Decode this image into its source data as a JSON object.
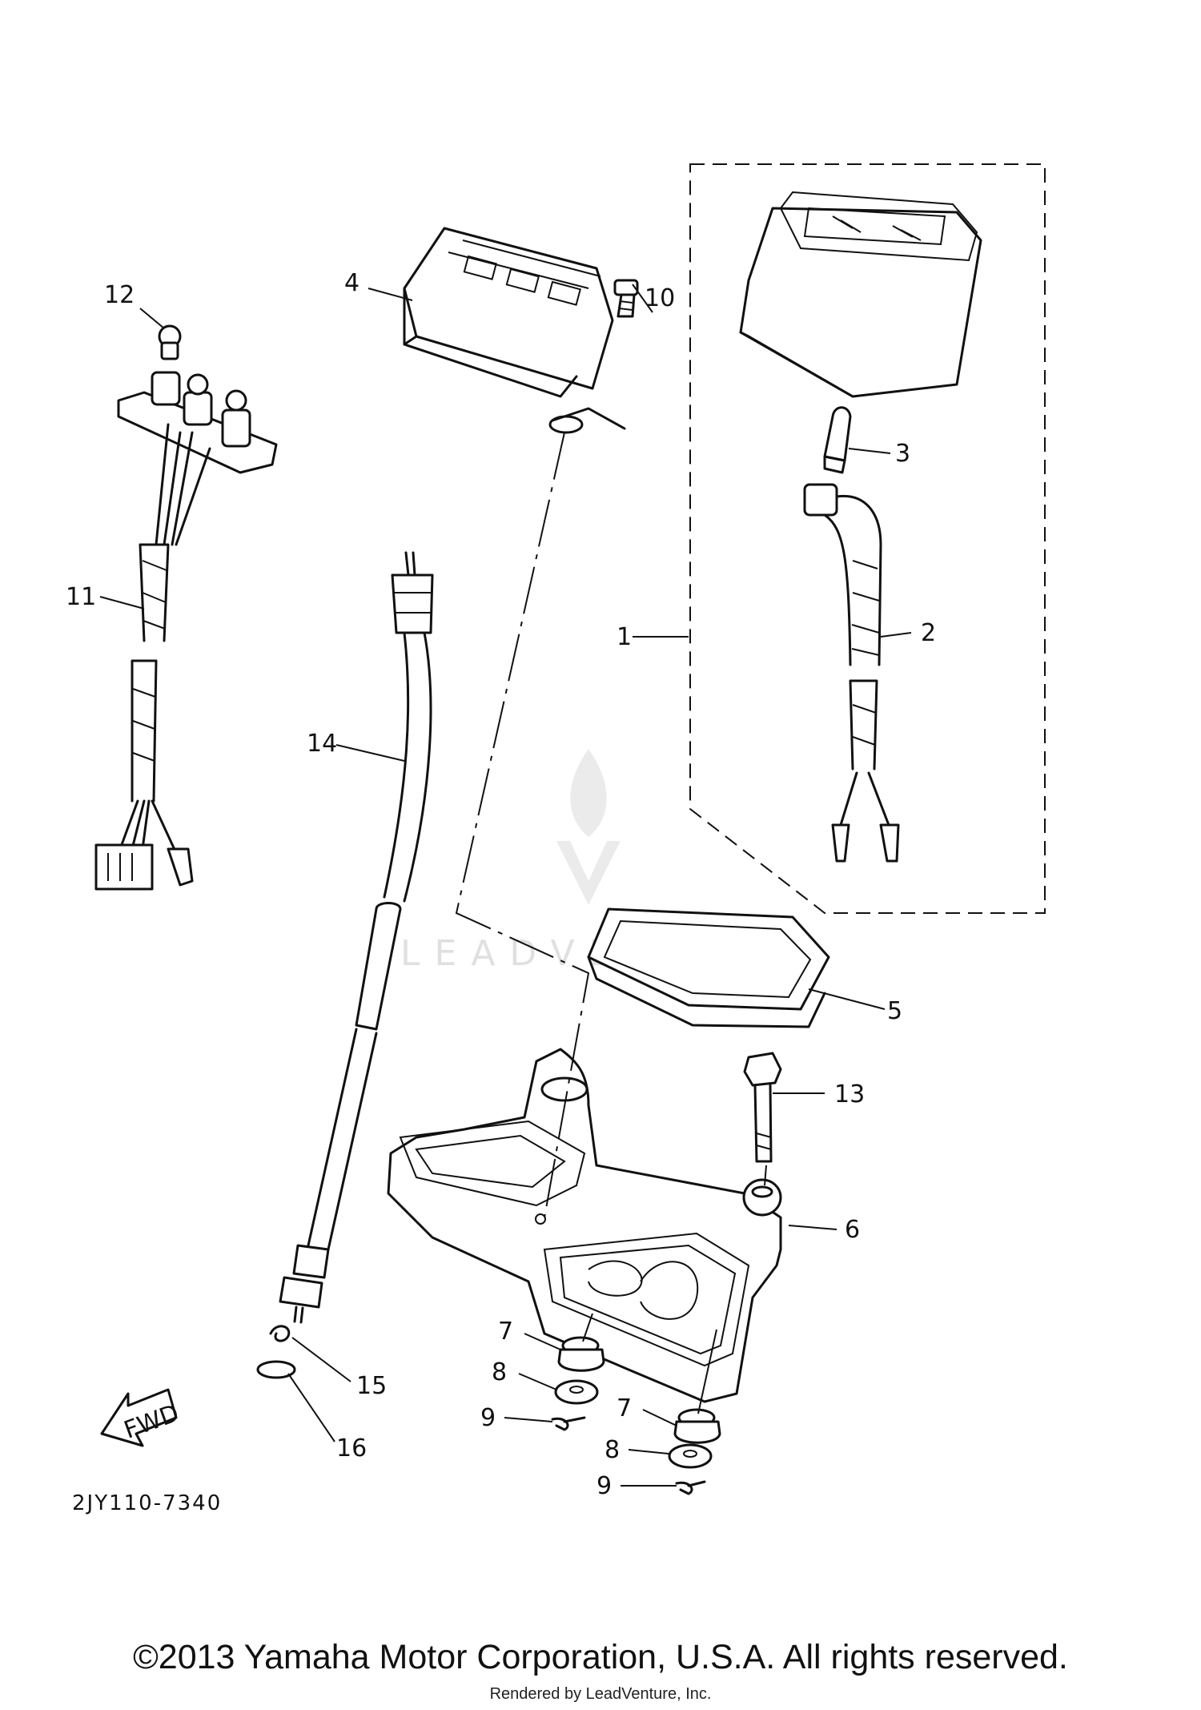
{
  "diagram": {
    "part_labels": {
      "p1": "1",
      "p2": "2",
      "p3": "3",
      "p4": "4",
      "p5": "5",
      "p6": "6",
      "p7a": "7",
      "p7b": "7",
      "p8a": "8",
      "p8b": "8",
      "p9a": "9",
      "p9b": "9",
      "p10": "10",
      "p11": "11",
      "p12": "12",
      "p13": "13",
      "p14": "14",
      "p15": "15",
      "p16": "16"
    },
    "fwd_label": "FWD",
    "diagram_code": "2JY110-7340"
  },
  "watermark": {
    "text": "LEADVENTURE"
  },
  "footer": {
    "copyright": "©2013 Yamaha Motor Corporation, U.S.A. All rights reserved.",
    "rendered_by": "Rendered by LeadVenture, Inc."
  }
}
